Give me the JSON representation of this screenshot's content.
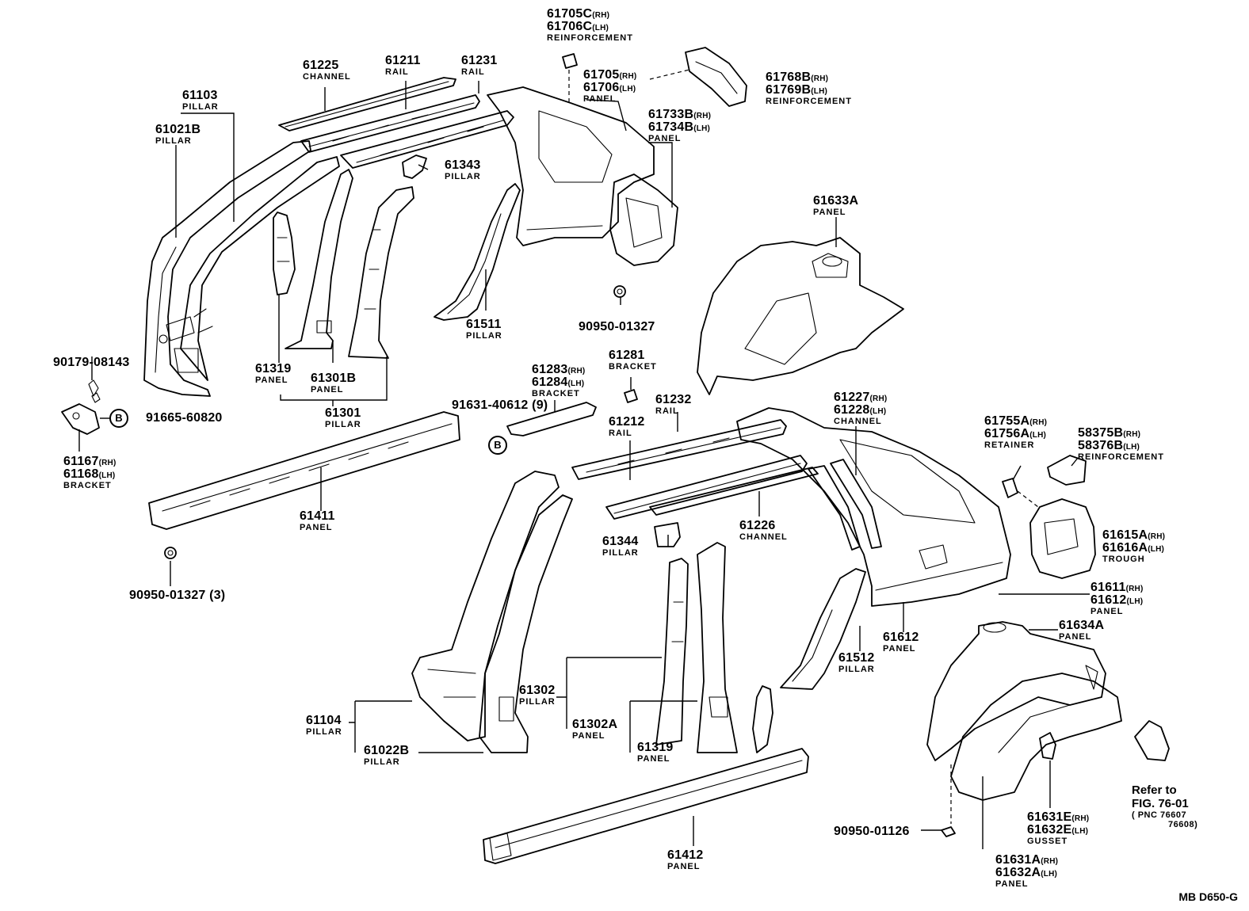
{
  "diagram_code": "MB D650-G",
  "bolt_marker": "B",
  "callouts": [
    {
      "id": "c61705c",
      "num": "61705C",
      "suffix": "(RH)",
      "num2": "61706C",
      "suffix2": "(LH)",
      "name": "REINFORCEMENT"
    },
    {
      "id": "c61225",
      "num": "61225",
      "name": "CHANNEL"
    },
    {
      "id": "c61211",
      "num": "61211",
      "name": "RAIL"
    },
    {
      "id": "c61231",
      "num": "61231",
      "name": "RAIL"
    },
    {
      "id": "c61705",
      "num": "61705",
      "suffix": "(RH)",
      "num2": "61706",
      "suffix2": "(LH)",
      "name": "PANEL"
    },
    {
      "id": "c61768b",
      "num": "61768B",
      "suffix": "(RH)",
      "num2": "61769B",
      "suffix2": "(LH)",
      "name": "REINFORCEMENT"
    },
    {
      "id": "c61103",
      "num": "61103",
      "name": "PILLAR"
    },
    {
      "id": "c61021b",
      "num": "61021B",
      "name": "PILLAR"
    },
    {
      "id": "c61733b",
      "num": "61733B",
      "suffix": "(RH)",
      "num2": "61734B",
      "suffix2": "(LH)",
      "name": "PANEL"
    },
    {
      "id": "c61343",
      "num": "61343",
      "name": "PILLAR"
    },
    {
      "id": "c61633a",
      "num": "61633A",
      "name": "PANEL"
    },
    {
      "id": "c61511",
      "num": "61511",
      "name": "PILLAR"
    },
    {
      "id": "c90950a",
      "num": "90950-01327",
      "name": ""
    },
    {
      "id": "c90179",
      "num": "90179-08143",
      "name": ""
    },
    {
      "id": "c61319a",
      "num": "61319",
      "name": "PANEL"
    },
    {
      "id": "c61301b",
      "num": "61301B",
      "name": "PANEL"
    },
    {
      "id": "c61281",
      "num": "61281",
      "name": "BRACKET"
    },
    {
      "id": "c61283",
      "num": "61283",
      "suffix": "(RH)",
      "num2": "61284",
      "suffix2": "(LH)",
      "name": "BRACKET"
    },
    {
      "id": "c61301",
      "num": "61301",
      "name": "PILLAR"
    },
    {
      "id": "c91665",
      "num": "91665-60820",
      "name": ""
    },
    {
      "id": "c91631",
      "num": "91631-40612",
      "qty": "(9)",
      "name": ""
    },
    {
      "id": "c61232",
      "num": "61232",
      "name": "RAIL"
    },
    {
      "id": "c61227",
      "num": "61227",
      "suffix": "(RH)",
      "num2": "61228",
      "suffix2": "(LH)",
      "name": "CHANNEL"
    },
    {
      "id": "c61212",
      "num": "61212",
      "name": "RAIL"
    },
    {
      "id": "c61755a",
      "num": "61755A",
      "suffix": "(RH)",
      "num2": "61756A",
      "suffix2": "(LH)",
      "name": "RETAINER"
    },
    {
      "id": "c58375b",
      "num": "58375B",
      "suffix": "(RH)",
      "num2": "58376B",
      "suffix2": "(LH)",
      "name": "REINFORCEMENT"
    },
    {
      "id": "c61167",
      "num": "61167",
      "suffix": "(RH)",
      "num2": "61168",
      "suffix2": "(LH)",
      "name": "BRACKET"
    },
    {
      "id": "c61411",
      "num": "61411",
      "name": "PANEL"
    },
    {
      "id": "c61615a",
      "num": "61615A",
      "suffix": "(RH)",
      "num2": "61616A",
      "suffix2": "(LH)",
      "name": "TROUGH"
    },
    {
      "id": "c61226",
      "num": "61226",
      "name": "CHANNEL"
    },
    {
      "id": "c61344",
      "num": "61344",
      "name": "PILLAR"
    },
    {
      "id": "c90950b",
      "num": "90950-01327",
      "qty": "(3)",
      "name": ""
    },
    {
      "id": "c61611",
      "num": "61611",
      "suffix": "(RH)",
      "num2": "61612",
      "suffix2": "(LH)",
      "name": "PANEL"
    },
    {
      "id": "c61634a",
      "num": "61634A",
      "name": "PANEL"
    },
    {
      "id": "c61612",
      "num": "61612",
      "name": "PANEL"
    },
    {
      "id": "c61512",
      "num": "61512",
      "name": "PILLAR"
    },
    {
      "id": "c61302",
      "num": "61302",
      "name": "PILLAR"
    },
    {
      "id": "c61104",
      "num": "61104",
      "name": "PILLAR"
    },
    {
      "id": "c61302a",
      "num": "61302A",
      "name": "PANEL"
    },
    {
      "id": "c61022b",
      "num": "61022B",
      "name": "PILLAR"
    },
    {
      "id": "c61319b",
      "num": "61319",
      "name": "PANEL"
    },
    {
      "id": "c61631e",
      "num": "61631E",
      "suffix": "(RH)",
      "num2": "61632E",
      "suffix2": "(LH)",
      "name": "GUSSET"
    },
    {
      "id": "c90950c",
      "num": "90950-01126",
      "name": ""
    },
    {
      "id": "c61412",
      "num": "61412",
      "name": "PANEL"
    },
    {
      "id": "c61631a",
      "num": "61631A",
      "suffix": "(RH)",
      "num2": "61632A",
      "suffix2": "(LH)",
      "name": "PANEL"
    }
  ],
  "figure_ref": {
    "line1": "Refer to",
    "line2": "FIG. 76-01",
    "line3": "( PNC 76607",
    "line4": "76608)"
  }
}
